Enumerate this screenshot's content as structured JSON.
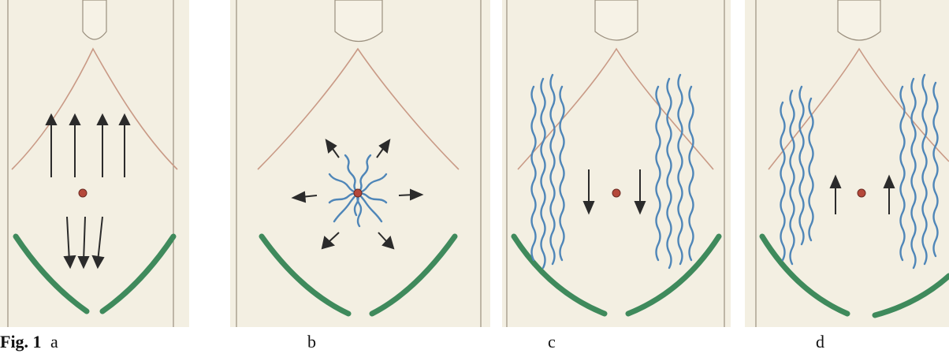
{
  "figure": {
    "label": "Fig. 1",
    "panels": [
      {
        "id": "a",
        "label": "a"
      },
      {
        "id": "b",
        "label": "b"
      },
      {
        "id": "c",
        "label": "c"
      },
      {
        "id": "d",
        "label": "d"
      }
    ]
  },
  "colors": {
    "paper": "#f3efe2",
    "skin_outline": "#9a8f7e",
    "costal_line": "#c99a86",
    "inguinal": "#3f8a5c",
    "vessel_wave": "#4f86b8",
    "arrow": "#2b2b2b",
    "navel": "#b5483a"
  }
}
